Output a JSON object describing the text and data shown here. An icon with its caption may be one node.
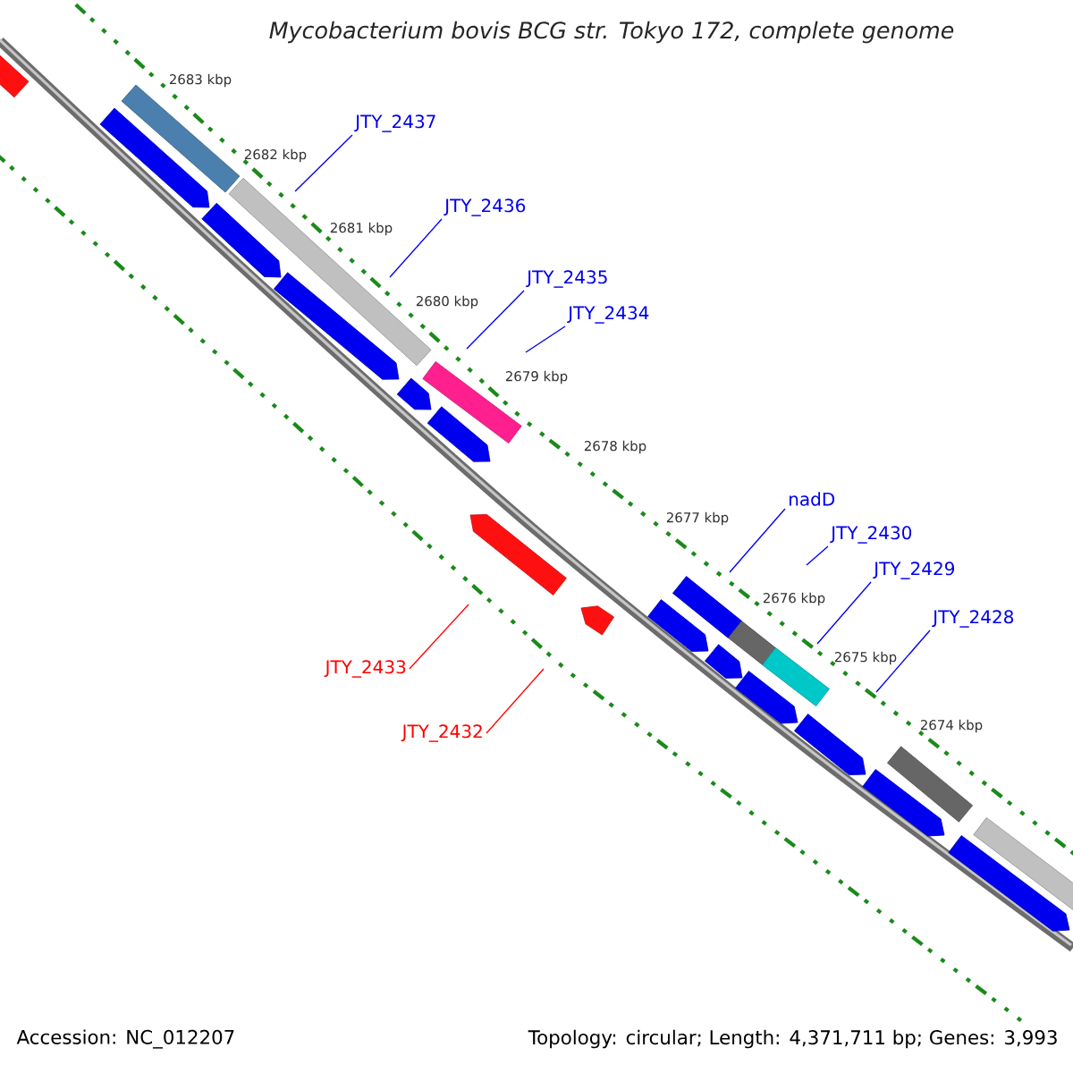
{
  "diagram": {
    "title": "Mycobacterium bovis BCG str. Tokyo 172, complete genome",
    "nodes": [
      {
        "text": [
          "JTY_2437"
        ]
      },
      {
        "text": [
          "JTY_2436"
        ]
      },
      {
        "text": [
          "JTY_2435"
        ]
      },
      {
        "text": [
          "JTY_2434"
        ]
      },
      {
        "text": [
          "nadD"
        ]
      },
      {
        "text": [
          "JTY_2430"
        ]
      },
      {
        "text": [
          "JTY_2429"
        ]
      },
      {
        "text": [
          "JTY_2428"
        ]
      },
      {
        "text": [
          "JTY_2433"
        ]
      },
      {
        "text": [
          "JTY_2432"
        ]
      }
    ],
    "edges": [
      {
        "from": 0,
        "to": null,
        "arrow": "none"
      },
      {
        "from": 1,
        "to": null,
        "arrow": "none"
      },
      {
        "from": 2,
        "to": null,
        "arrow": "none"
      },
      {
        "from": 3,
        "to": null,
        "arrow": "none"
      },
      {
        "from": 4,
        "to": null,
        "arrow": "none"
      },
      {
        "from": 5,
        "to": null,
        "arrow": "none"
      },
      {
        "from": 6,
        "to": null,
        "arrow": "none"
      },
      {
        "from": 7,
        "to": null,
        "arrow": "none"
      },
      {
        "from": 8,
        "to": null,
        "arrow": "none",
        "color": "#ff0000"
      },
      {
        "from": 9,
        "to": null,
        "arrow": "none",
        "color": "#ff0000"
      }
    ],
    "labels": [
      "2683 kbp",
      "2682 kbp",
      "2681 kbp",
      "2680 kbp",
      "2679 kbp",
      "2678 kbp",
      "2677 kbp",
      "2676 kbp",
      "2675 kbp",
      "2674 kbp",
      "Accession: NC_012207",
      "Topology: circular; Length: 4,371,711 bp; Genes: 3,993"
    ]
  }
}
